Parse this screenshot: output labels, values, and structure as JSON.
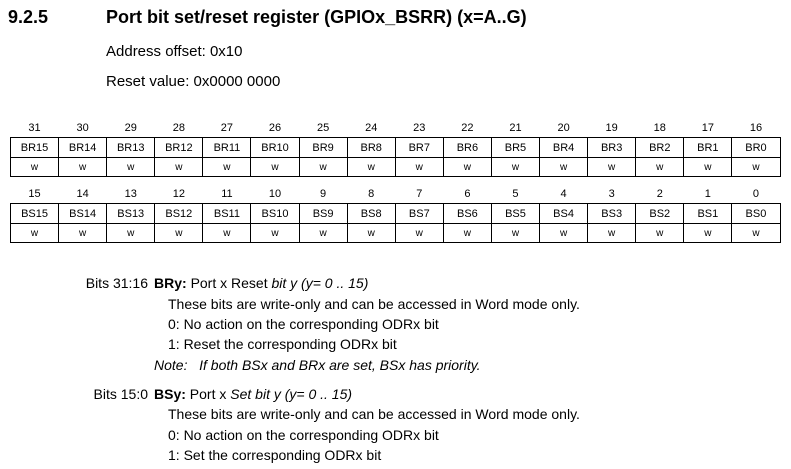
{
  "section": {
    "number": "9.2.5",
    "title": "Port bit set/reset register (GPIOx_BSRR) (x=A..G)",
    "address_offset": "Address offset: 0x10",
    "reset_value": "Reset value: 0x0000 0000"
  },
  "register_high": {
    "bit_numbers": [
      "31",
      "30",
      "29",
      "28",
      "27",
      "26",
      "25",
      "24",
      "23",
      "22",
      "21",
      "20",
      "19",
      "18",
      "17",
      "16"
    ],
    "field_names": [
      "BR15",
      "BR14",
      "BR13",
      "BR12",
      "BR11",
      "BR10",
      "BR9",
      "BR8",
      "BR7",
      "BR6",
      "BR5",
      "BR4",
      "BR3",
      "BR2",
      "BR1",
      "BR0"
    ],
    "access": [
      "w",
      "w",
      "w",
      "w",
      "w",
      "w",
      "w",
      "w",
      "w",
      "w",
      "w",
      "w",
      "w",
      "w",
      "w",
      "w"
    ]
  },
  "register_low": {
    "bit_numbers": [
      "15",
      "14",
      "13",
      "12",
      "11",
      "10",
      "9",
      "8",
      "7",
      "6",
      "5",
      "4",
      "3",
      "2",
      "1",
      "0"
    ],
    "field_names": [
      "BS15",
      "BS14",
      "BS13",
      "BS12",
      "BS11",
      "BS10",
      "BS9",
      "BS8",
      "BS7",
      "BS6",
      "BS5",
      "BS4",
      "BS3",
      "BS2",
      "BS1",
      "BS0"
    ],
    "access": [
      "w",
      "w",
      "w",
      "w",
      "w",
      "w",
      "w",
      "w",
      "w",
      "w",
      "w",
      "w",
      "w",
      "w",
      "w",
      "w"
    ]
  },
  "bits_31_16": {
    "range": "Bits 31:16",
    "field": "BRy:",
    "desc_prefix": "Port x Reset ",
    "desc_italic": "bit y (y= 0 .. 15)",
    "line1": "These bits are write-only and can be accessed in Word mode only.",
    "line2": "0: No action on the corresponding ODRx bit",
    "line3": "1: Reset the corresponding ODRx bit",
    "note_label": "Note:",
    "note_text": "If both BSx and BRx are set, BSx has priority."
  },
  "bits_15_0": {
    "range": "Bits 15:0",
    "field": "BSy:",
    "desc_prefix": "Port x ",
    "desc_italic": "Set bit y (y= 0 .. 15)",
    "line1": "These bits are write-only and can be accessed in Word mode only.",
    "line2": "0: No action on the corresponding ODRx bit",
    "line3": "1: Set the corresponding ODRx bit"
  }
}
